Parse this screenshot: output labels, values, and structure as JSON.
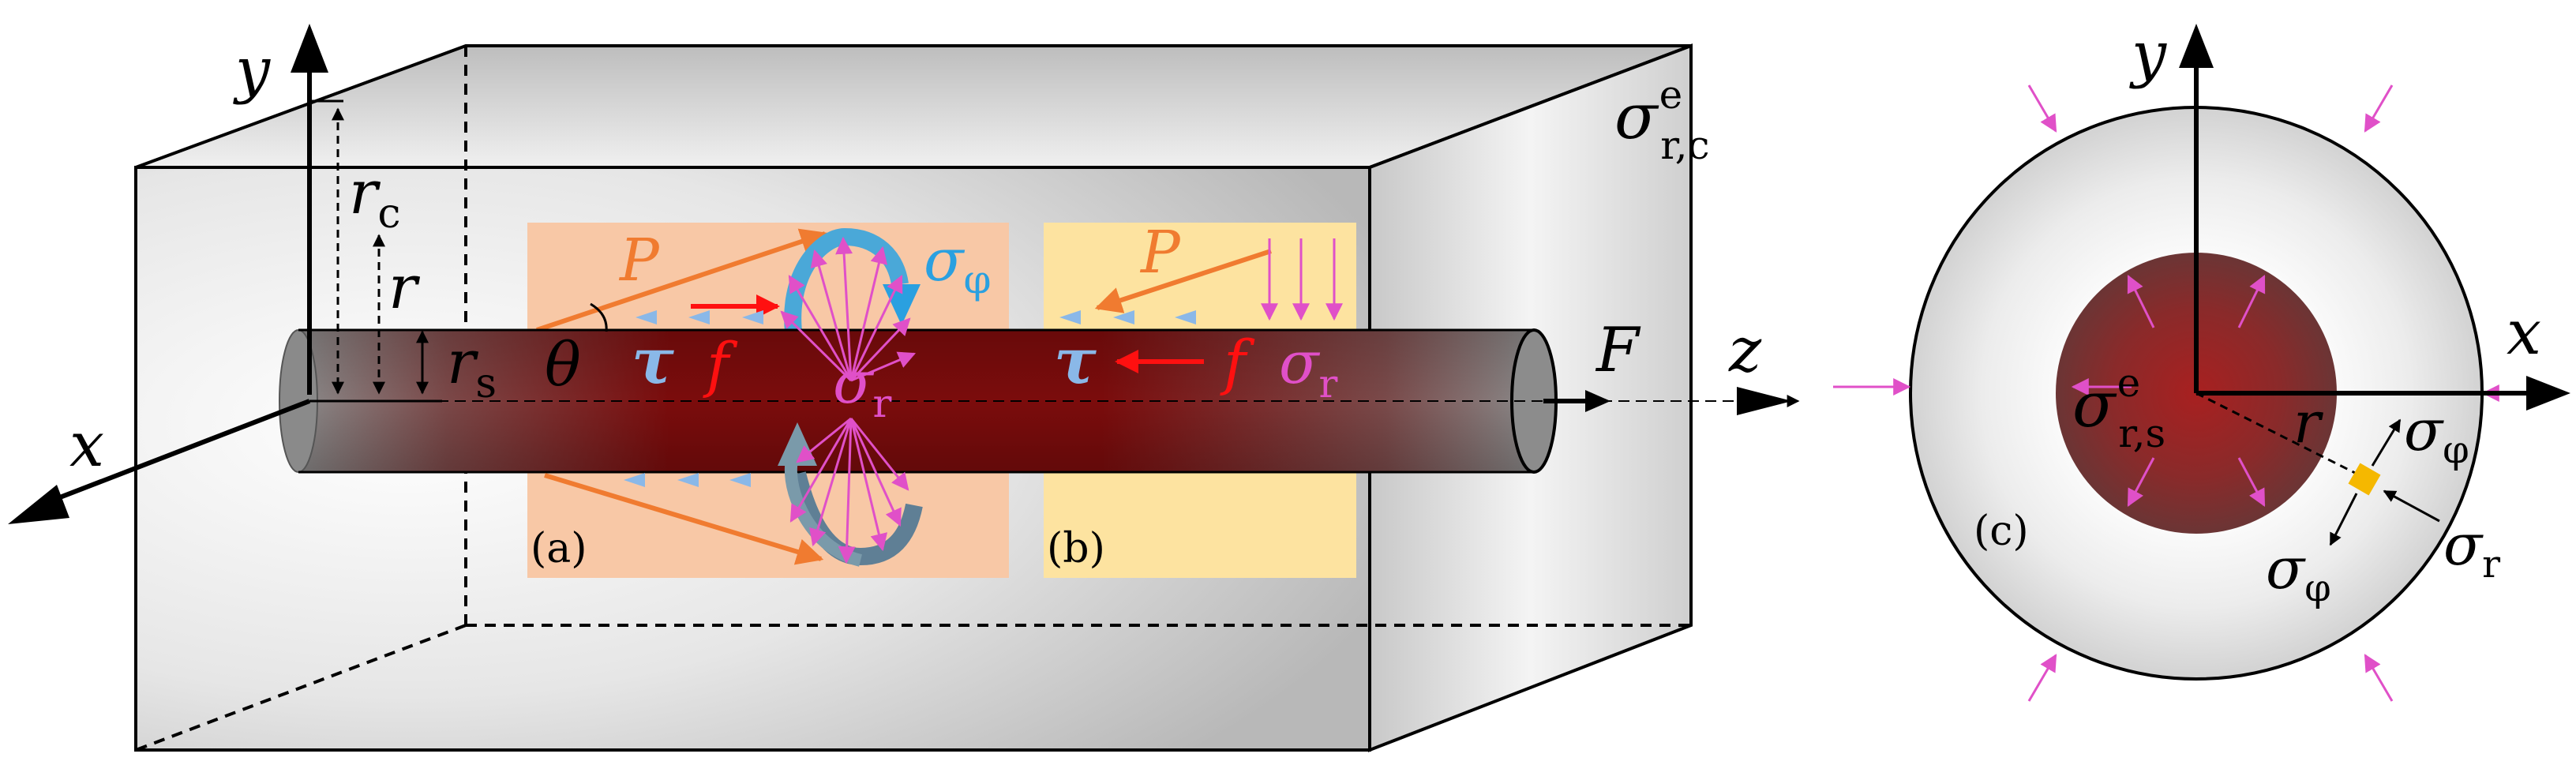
{
  "labels": {
    "y_axis": "y",
    "x_axis": "x",
    "z_axis": "z",
    "r": "r",
    "r_base": "r",
    "r_c_sub": "c",
    "r_s_sub": "s",
    "theta": "θ",
    "P": "P",
    "tau": "τ",
    "f": "f",
    "F": "F",
    "sigma": "σ",
    "phi_sub": "φ",
    "r_sub": "r",
    "e_sup": "e",
    "rc_sub": "r,c",
    "rs_sub": "r,s"
  },
  "panels": {
    "a": "(a)",
    "b": "(b)",
    "c": "(c)"
  },
  "colors": {
    "bar": "#7b0c0c",
    "panel_a_bg": "#f8c8a6",
    "panel_b_bg": "#fde3a0",
    "orange": "#f07b30",
    "magenta": "#e050c8",
    "cyan": "#2aa0e0",
    "light_blue": "#8ab8e8",
    "red": "#ff1010",
    "element": "#f5b800"
  }
}
